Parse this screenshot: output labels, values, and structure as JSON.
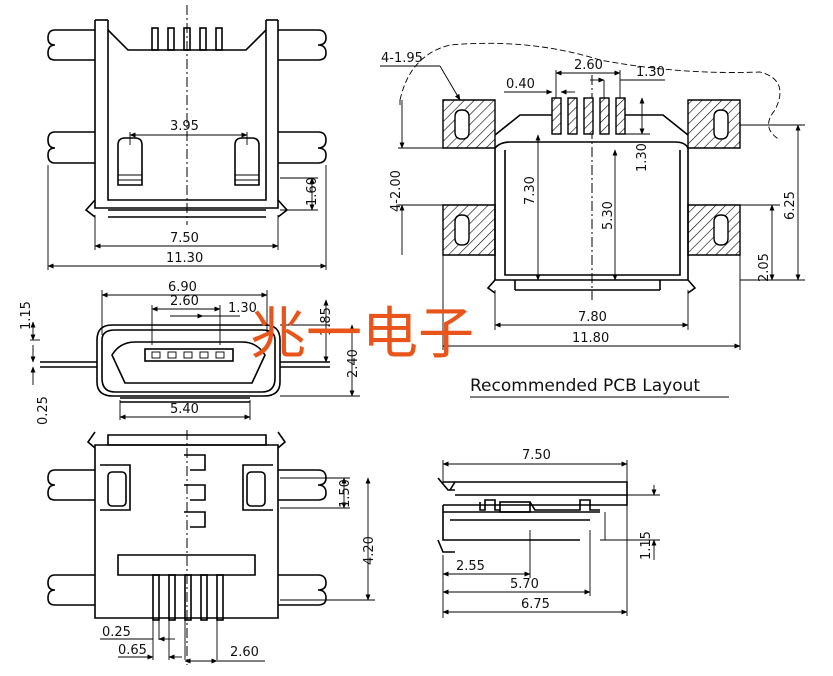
{
  "watermark": "兆一电子",
  "caption": "Recommended PCB Layout",
  "top_view": {
    "dims": [
      "3.95",
      "1.60",
      "7.50",
      "11.30"
    ]
  },
  "front_view": {
    "dims": [
      "6.90",
      "2.60",
      "1.30",
      "1.15",
      "1.85",
      "2.40",
      "0.25",
      "5.40"
    ]
  },
  "bottom_view": {
    "dims": [
      "1.50",
      "4.20",
      "0.25",
      "0.65",
      "2.60"
    ]
  },
  "pcb_layout": {
    "dims": [
      "4-1.95",
      "0.40",
      "2.60",
      "1.30",
      "1.30",
      "4-2.00",
      "7.30",
      "5.30",
      "6.25",
      "2.05",
      "7.80",
      "11.80"
    ]
  },
  "side_view": {
    "dims": [
      "7.50",
      "1.15",
      "2.55",
      "5.70",
      "6.75"
    ]
  }
}
